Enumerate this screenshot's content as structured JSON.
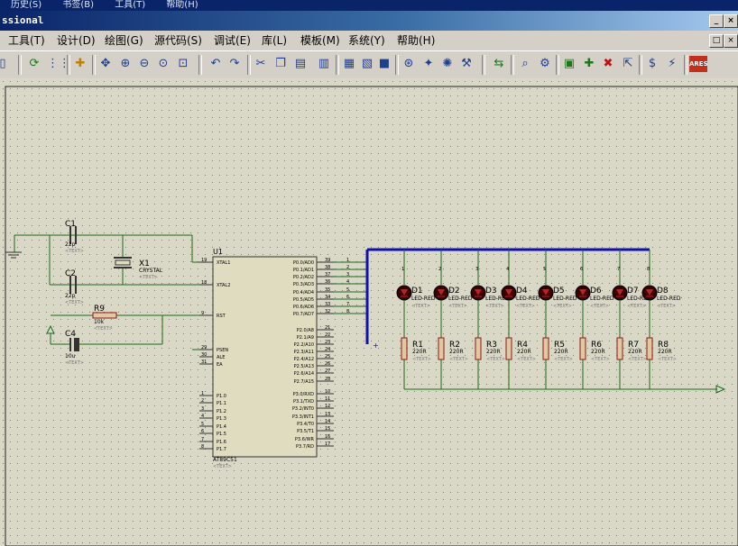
{
  "history_menu": [
    "历史(S)",
    "书签(B)",
    "工具(T)",
    "帮助(H)"
  ],
  "title": "ssional",
  "menu": [
    "工具(T)",
    "设计(D)",
    "绘图(G)",
    "源代码(S)",
    "调试(E)",
    "库(L)",
    "模板(M)",
    "系统(Y)",
    "帮助(H)"
  ],
  "window_buttons": {
    "minimize": "_",
    "restore": "□",
    "close": "×"
  },
  "toolbar_icons": [
    "page-icon",
    "refresh-icon",
    "grid-icon",
    "origin-icon",
    "pan-icon",
    "zoom-in-icon",
    "zoom-out-icon",
    "zoom-all-icon",
    "zoom-area-icon",
    "undo-icon",
    "redo-icon",
    "cut-icon",
    "copy-icon",
    "paste-icon",
    "block-copy-icon",
    "block-move-icon",
    "block-rotate-icon",
    "block-delete-icon",
    "pick-device-icon",
    "make-device-icon",
    "package-icon",
    "decompose-icon",
    "wire-autorouter-icon",
    "search-icon",
    "property-assign-icon",
    "design-explorer-icon",
    "new-sheet-icon",
    "remove-sheet-icon",
    "exit-to-parent-icon",
    "bill-of-materials-icon",
    "electrical-check-icon",
    "ares-icon"
  ],
  "ares_label": "ARES",
  "schematic": {
    "mcu": {
      "ref": "U1",
      "part": "AT89C51",
      "text": "<TEXT>",
      "left_pins": [
        {
          "num": "19",
          "name": "XTAL1"
        },
        {
          "num": "18",
          "name": "XTAL2"
        },
        {
          "num": "9",
          "name": "RST"
        },
        {
          "num": "29",
          "name": "PSEN"
        },
        {
          "num": "30",
          "name": "ALE"
        },
        {
          "num": "31",
          "name": "EA"
        },
        {
          "num": "1",
          "name": "P1.0"
        },
        {
          "num": "2",
          "name": "P1.1"
        },
        {
          "num": "3",
          "name": "P1.2"
        },
        {
          "num": "4",
          "name": "P1.3"
        },
        {
          "num": "5",
          "name": "P1.4"
        },
        {
          "num": "6",
          "name": "P1.5"
        },
        {
          "num": "7",
          "name": "P1.6"
        },
        {
          "num": "8",
          "name": "P1.7"
        }
      ],
      "right_pins": [
        {
          "num": "39",
          "name": "P0.0/AD0"
        },
        {
          "num": "38",
          "name": "P0.1/AD1"
        },
        {
          "num": "37",
          "name": "P0.2/AD2"
        },
        {
          "num": "36",
          "name": "P0.3/AD3"
        },
        {
          "num": "35",
          "name": "P0.4/AD4"
        },
        {
          "num": "34",
          "name": "P0.5/AD5"
        },
        {
          "num": "33",
          "name": "P0.6/AD6"
        },
        {
          "num": "32",
          "name": "P0.7/AD7"
        },
        {
          "num": "21",
          "name": "P2.0/A8"
        },
        {
          "num": "22",
          "name": "P2.1/A9"
        },
        {
          "num": "23",
          "name": "P2.2/A10"
        },
        {
          "num": "24",
          "name": "P2.3/A11"
        },
        {
          "num": "25",
          "name": "P2.4/A12"
        },
        {
          "num": "26",
          "name": "P2.5/A13"
        },
        {
          "num": "27",
          "name": "P2.6/A14"
        },
        {
          "num": "28",
          "name": "P2.7/A15"
        },
        {
          "num": "10",
          "name": "P3.0/RXD"
        },
        {
          "num": "11",
          "name": "P3.1/TXD"
        },
        {
          "num": "12",
          "name": "P3.2/INT0"
        },
        {
          "num": "13",
          "name": "P3.3/INT1"
        },
        {
          "num": "14",
          "name": "P3.4/T0"
        },
        {
          "num": "15",
          "name": "P3.5/T1"
        },
        {
          "num": "16",
          "name": "P3.6/WR"
        },
        {
          "num": "17",
          "name": "P3.7/RD"
        }
      ]
    },
    "bus_labels": [
      "1",
      "2",
      "3",
      "4",
      "5",
      "6",
      "7",
      "8"
    ],
    "c1": {
      "ref": "C1",
      "value": "22p",
      "text": "<TEXT>"
    },
    "c2": {
      "ref": "C2",
      "value": "22p",
      "text": "<TEXT>"
    },
    "x1": {
      "ref": "X1",
      "value": "CRYSTAL",
      "text": "<TEXT>"
    },
    "r9": {
      "ref": "R9",
      "value": "10k",
      "text": "<TEXT>"
    },
    "c4": {
      "ref": "C4",
      "value": "10u",
      "text": "<TEXT>"
    },
    "leds": [
      {
        "ref": "D1",
        "value": "LED-RED"
      },
      {
        "ref": "D2",
        "value": "LED-RED"
      },
      {
        "ref": "D3",
        "value": "LED-RED"
      },
      {
        "ref": "D4",
        "value": "LED-RED"
      },
      {
        "ref": "D5",
        "value": "LED-RED"
      },
      {
        "ref": "D6",
        "value": "LED-RED"
      },
      {
        "ref": "D7",
        "value": "LED-RED"
      },
      {
        "ref": "D8",
        "value": "LED-RED"
      }
    ],
    "resistors": [
      {
        "ref": "R1",
        "value": "220R"
      },
      {
        "ref": "R2",
        "value": "220R"
      },
      {
        "ref": "R3",
        "value": "220R"
      },
      {
        "ref": "R4",
        "value": "220R"
      },
      {
        "ref": "R5",
        "value": "220R"
      },
      {
        "ref": "R6",
        "value": "220R"
      },
      {
        "ref": "R7",
        "value": "220R"
      },
      {
        "ref": "R8",
        "value": "220R"
      }
    ],
    "led_text": "<TEXT>",
    "colors": {
      "wire": "#1a6b1a",
      "bus": "#1010b0",
      "component": "#8b1a1a",
      "pin_text": "#000000",
      "label": "#000000",
      "sheet": "#d9d7c6",
      "led": "#3a0000"
    }
  }
}
